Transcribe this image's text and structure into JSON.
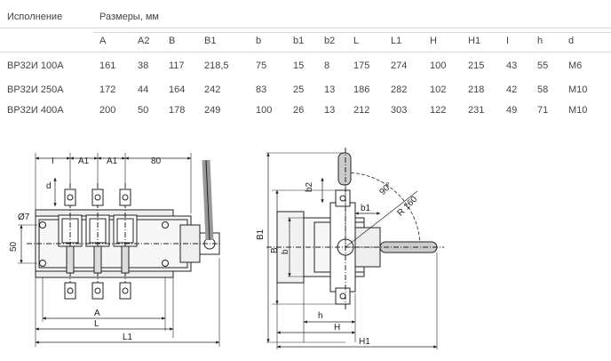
{
  "table": {
    "header": {
      "variant": "Исполнение",
      "sizes": "Размеры, мм"
    },
    "columns": [
      "A",
      "A2",
      "B",
      "B1",
      "b",
      "b1",
      "b2",
      "L",
      "L1",
      "H",
      "H1",
      "I",
      "h",
      "d"
    ],
    "rows": [
      {
        "name": "ВР32И 100А",
        "values": [
          "161",
          "38",
          "117",
          "218,5",
          "75",
          "15",
          "8",
          "175",
          "274",
          "100",
          "215",
          "43",
          "55",
          "М6"
        ]
      },
      {
        "name": "ВР32И 250А",
        "values": [
          "172",
          "44",
          "164",
          "242",
          "83",
          "25",
          "13",
          "186",
          "282",
          "102",
          "218",
          "42",
          "58",
          "М10"
        ]
      },
      {
        "name": "ВР32И 400А",
        "values": [
          "200",
          "50",
          "178",
          "249",
          "100",
          "26",
          "13",
          "212",
          "303",
          "122",
          "231",
          "49",
          "71",
          "М10"
        ]
      }
    ]
  },
  "front_view": {
    "labels": {
      "i": "I",
      "a1_left": "A1",
      "a1_right": "A1",
      "dim_80": "80",
      "d": "d",
      "hole": "Ø7",
      "dim_50": "50",
      "a": "A",
      "l": "L",
      "l1": "L1"
    }
  },
  "side_view": {
    "labels": {
      "b2": "b2",
      "b1_small": "b1",
      "angle": "90°",
      "radius": "R 160",
      "b1_big": "B1",
      "b_big": "B",
      "b_small": "b",
      "h_small": "h",
      "h_big": "H",
      "h1": "H1"
    }
  }
}
